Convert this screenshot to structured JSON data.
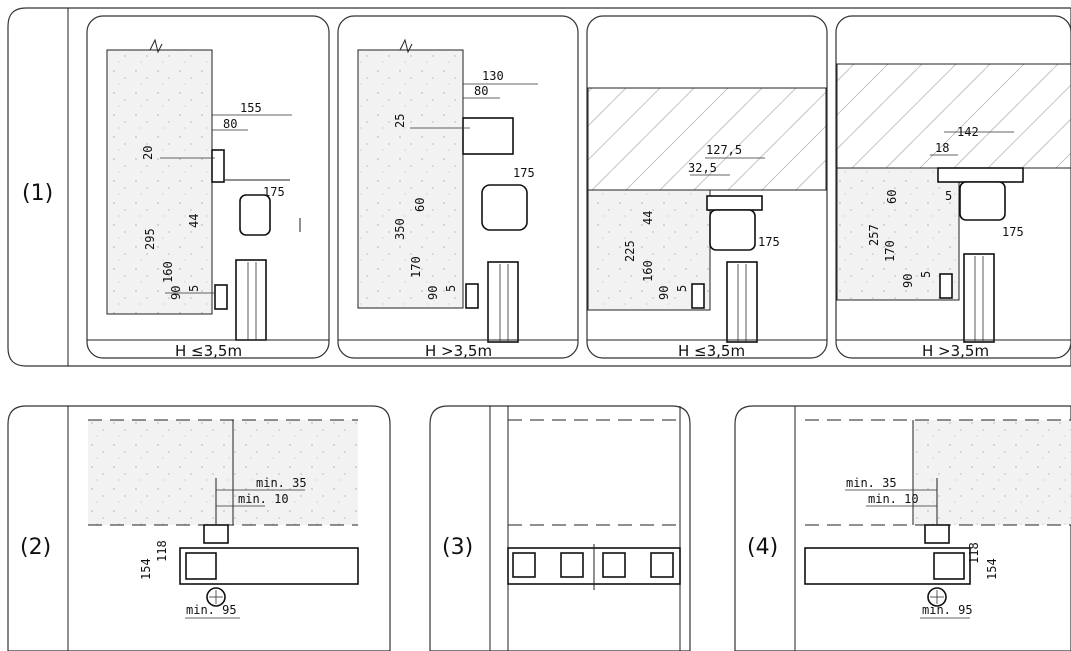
{
  "rows": {
    "row1_label": "(1)",
    "row2_label": "(2)",
    "row3_label": "(3)",
    "row4_label": "(4)"
  },
  "panels_top": [
    {
      "caption": "H ≤3,5m",
      "dims": [
        "155",
        "80",
        "20",
        "175",
        "44",
        "295",
        "160",
        "90",
        "5"
      ]
    },
    {
      "caption": "H >3,5m",
      "dims": [
        "130",
        "80",
        "25",
        "175",
        "60",
        "350",
        "170",
        "90",
        "5"
      ]
    },
    {
      "caption": "H ≤3,5m",
      "dims": [
        "127,5",
        "32,5",
        "44",
        "225",
        "160",
        "90",
        "5",
        "175"
      ]
    },
    {
      "caption": "H >3,5m",
      "dims": [
        "142",
        "18",
        "60",
        "5",
        "257",
        "170",
        "90",
        "5",
        "175"
      ]
    }
  ],
  "panels_bottom": [
    {
      "dims": [
        "min. 35",
        "min. 10",
        "154",
        "118",
        "min. 95"
      ]
    },
    {
      "dims": []
    },
    {
      "dims": [
        "min. 35",
        "min. 10",
        "118",
        "154",
        "min. 95"
      ]
    }
  ],
  "icons": [
    "bolt-icon",
    "circle-plus-icon"
  ]
}
